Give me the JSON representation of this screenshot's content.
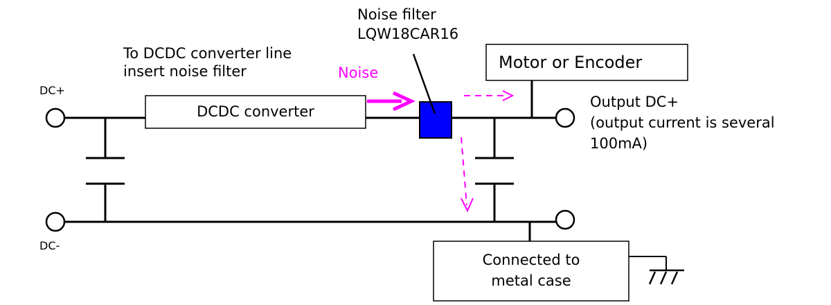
{
  "terminals": {
    "dc_plus": "DC+",
    "dc_minus": "DC-"
  },
  "annotation": {
    "line1": "To DCDC converter line",
    "line2": "insert noise filter"
  },
  "noise_label": "Noise",
  "filter_label": {
    "line1": "Noise filter",
    "line2": "LQW18CAR16"
  },
  "dcdc_box": "DCDC converter",
  "motor_box": "Motor or Encoder",
  "output_label": {
    "line1": "Output DC+",
    "line2": "(output current is several",
    "line3": "100mA)"
  },
  "case_box": {
    "line1": "Connected to",
    "line2": "metal case"
  },
  "colors": {
    "noise": "#ff00ff",
    "filter": "#0000ff",
    "wire": "#000000"
  }
}
